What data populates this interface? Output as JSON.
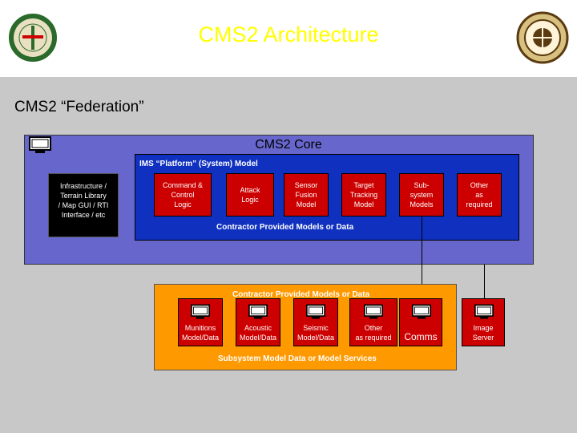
{
  "header": {
    "title": "CMS2 Architecture"
  },
  "federation_title": "CMS2 “Federation”",
  "core": {
    "title": "CMS2 Core",
    "platform_title": "IMS “Platform” (System) Model",
    "infrastructure": [
      "Infrastructure /",
      "Terrain Library",
      "/ Map GUI / RTI",
      "Interface / etc"
    ],
    "modules": [
      {
        "lines": [
          "Command &",
          "Control",
          "Logic"
        ]
      },
      {
        "lines": [
          "Attack",
          "Logic"
        ]
      },
      {
        "lines": [
          "Sensor",
          "Fusion",
          "Model"
        ]
      },
      {
        "lines": [
          "Target",
          "Tracking",
          "Model"
        ]
      },
      {
        "lines": [
          "Sub-",
          "system",
          "Models"
        ]
      },
      {
        "lines": [
          "Other",
          "as",
          "required"
        ]
      }
    ],
    "contractor_label": "Contractor Provided Models or Data"
  },
  "lower": {
    "contractor_label": "Contractor Provided Models or Data",
    "models": [
      {
        "lines": [
          "Munitions",
          "Model/Data"
        ]
      },
      {
        "lines": [
          "Acoustic",
          "Model/Data"
        ]
      },
      {
        "lines": [
          "Seismic",
          "Model/Data"
        ]
      },
      {
        "lines": [
          "Other",
          "as required"
        ]
      }
    ],
    "subsystem_label": "Subsystem Model Data or Model Services"
  },
  "comms_label": "Comms",
  "image_server": [
    "Image",
    "Server"
  ],
  "colors": {
    "title": "#ffff00",
    "core_bg": "#6666cc",
    "inner_bg": "#1030c0",
    "module": "#cc0000",
    "orange": "#ff9900",
    "panel": "#c8c8c8"
  }
}
